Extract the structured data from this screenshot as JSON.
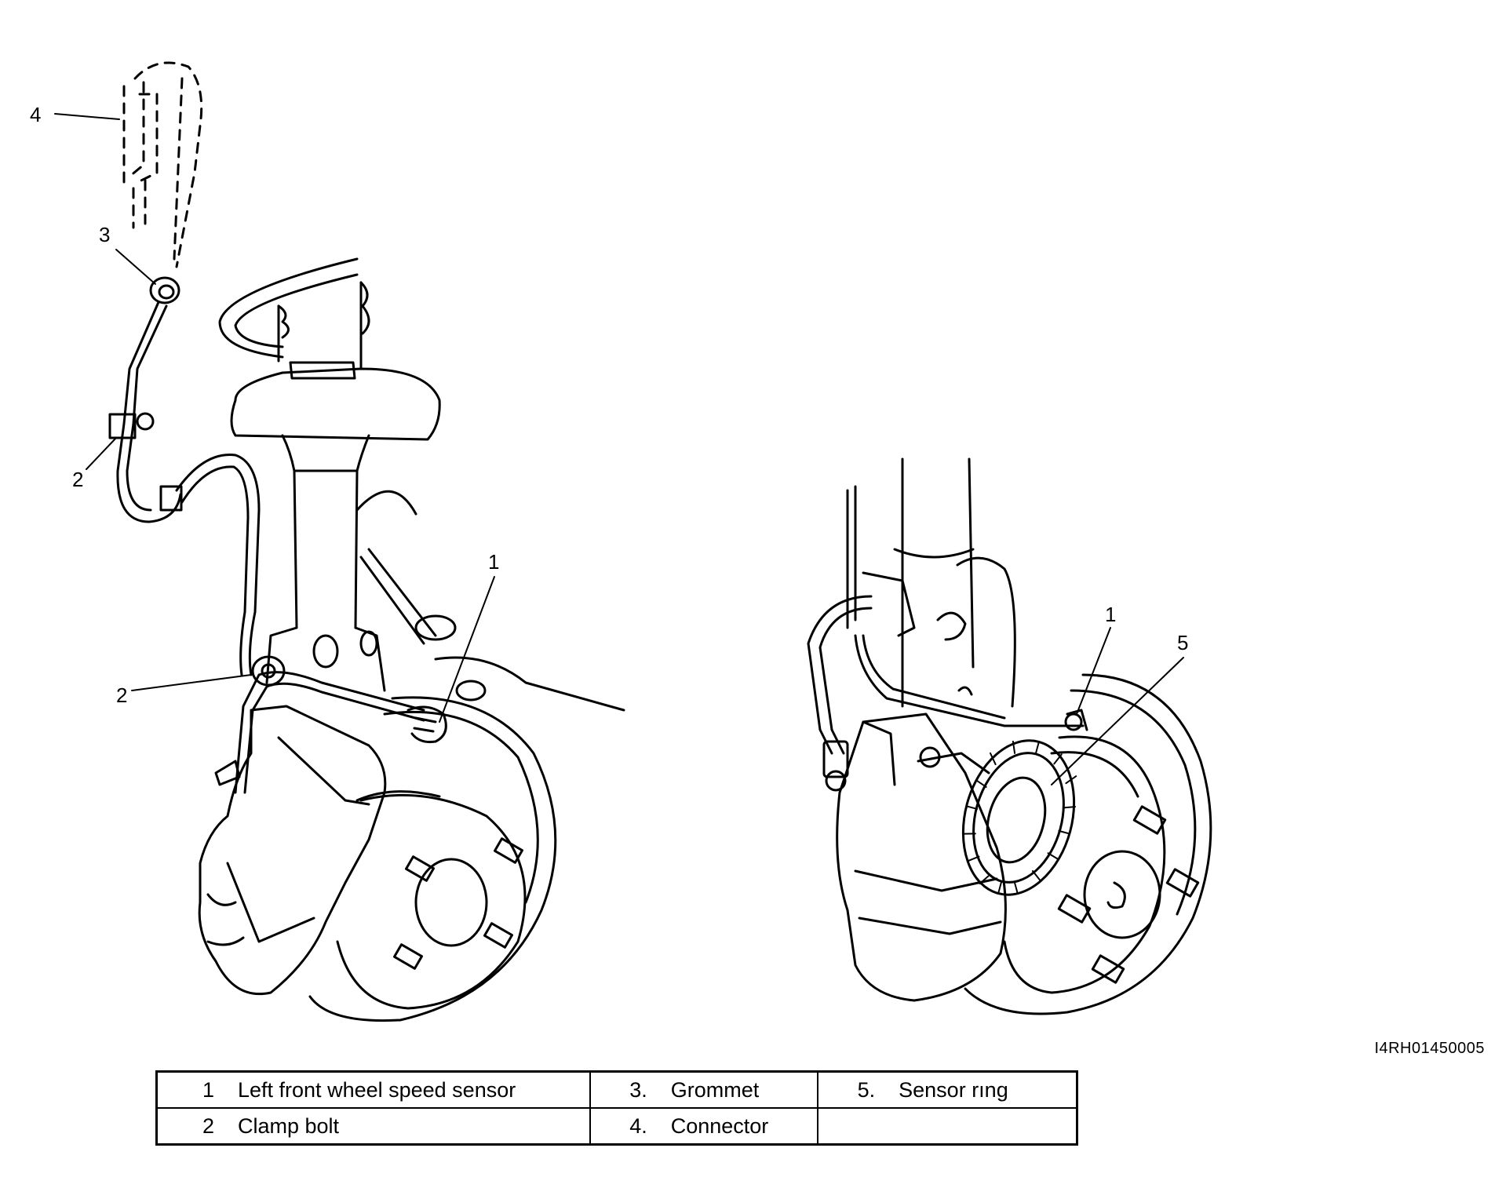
{
  "figure_code": "I4RH01450005",
  "callouts": {
    "top_connector": "4",
    "grommet": "3",
    "upper_clamp": "2",
    "lower_clamp": "2",
    "sensor_left_view": "1",
    "sensor_right_view": "1",
    "sensor_ring": "5"
  },
  "legend": [
    [
      {
        "num": "1",
        "text": "Left front wheel speed sensor"
      },
      {
        "num": "3.",
        "text": "Grommet"
      },
      {
        "num": "5.",
        "text": "Sensor rıng"
      }
    ],
    [
      {
        "num": "2",
        "text": "Clamp bolt"
      },
      {
        "num": "4.",
        "text": "Connector"
      },
      {
        "num": "",
        "text": ""
      }
    ]
  ]
}
